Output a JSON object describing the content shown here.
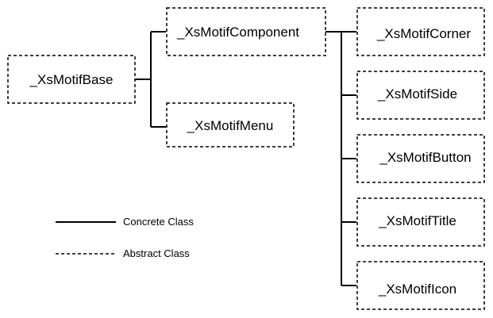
{
  "diagram": {
    "nodes": {
      "base": {
        "label": "_XsMotifBase",
        "kind": "abstract"
      },
      "component": {
        "label": "_XsMotifComponent",
        "kind": "abstract"
      },
      "menu": {
        "label": "_XsMotifMenu",
        "kind": "abstract"
      },
      "corner": {
        "label": "_XsMotifCorner",
        "kind": "abstract"
      },
      "side": {
        "label": "_XsMotifSide",
        "kind": "abstract"
      },
      "button": {
        "label": "_XsMotifButton",
        "kind": "abstract"
      },
      "title": {
        "label": "_XsMotifTitle",
        "kind": "abstract"
      },
      "icon": {
        "label": "_XsMotifIcon",
        "kind": "abstract"
      }
    },
    "edges": [
      {
        "from": "base",
        "to": "component"
      },
      {
        "from": "base",
        "to": "menu"
      },
      {
        "from": "component",
        "to": "corner"
      },
      {
        "from": "component",
        "to": "side"
      },
      {
        "from": "component",
        "to": "button"
      },
      {
        "from": "component",
        "to": "title"
      },
      {
        "from": "component",
        "to": "icon"
      }
    ]
  },
  "legend": {
    "concrete_label": "Concrete Class",
    "abstract_label": "Abstract Class"
  },
  "colors": {
    "line": "#000000",
    "background": "#ffffff"
  }
}
